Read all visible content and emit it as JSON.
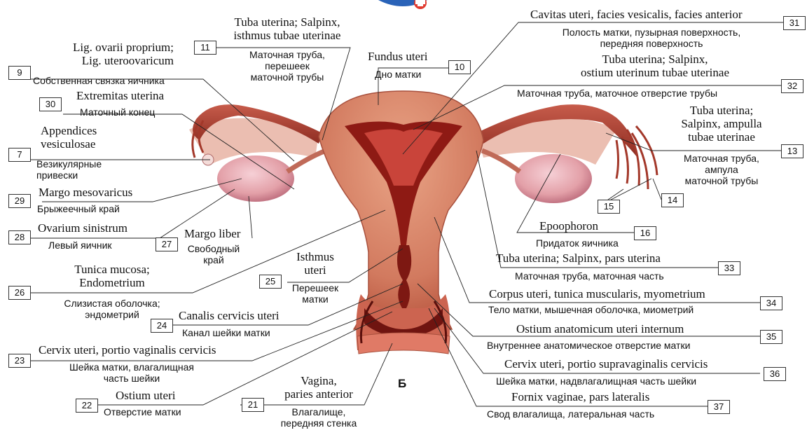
{
  "labels": [
    {
      "n": "9",
      "la": "Lig. ovarii proprium;\nLig. uteroovaricum",
      "ru": "Собственная связка яичника"
    },
    {
      "n": "30",
      "la": "Extremitas uterina",
      "ru": "Маточный конец"
    },
    {
      "n": "7",
      "la": "Appendices\nvesiculosae",
      "ru": "Везикулярные\nпривески"
    },
    {
      "n": "29",
      "la": "Margo mesovaricus",
      "ru": "Брыжеечный край"
    },
    {
      "n": "28",
      "la": "Ovarium sinistrum",
      "ru": "Левый яичник"
    },
    {
      "n": "27",
      "la": "Margo liber",
      "ru": "Свободный\nкрай"
    },
    {
      "n": "26",
      "la": "Tunica mucosa;\nEndometrium",
      "ru": "Слизистая оболочка;\nэндометрий"
    },
    {
      "n": "25",
      "la": "Isthmus\nuteri",
      "ru": "Перешеек\nматки"
    },
    {
      "n": "24",
      "la": "Canalis cervicis uteri",
      "ru": "Канал шейки матки"
    },
    {
      "n": "23",
      "la": "Cervix uteri, portio vaginalis cervicis",
      "ru": "Шейка матки, влагалищная\nчасть шейки"
    },
    {
      "n": "22",
      "la": "Ostium uteri",
      "ru": "Отверстие матки"
    },
    {
      "n": "21",
      "la": "Vagina,\nparies anterior",
      "ru": "Влагалище,\nпередняя стенка"
    },
    {
      "n": "11",
      "la": "Tuba uterina; Salpinx,\nisthmus tubae uterinae",
      "ru": "Маточная труба,\nперешеек\nматочной трубы"
    },
    {
      "n": "10",
      "la": "Fundus uteri",
      "ru": "Дно матки"
    },
    {
      "n": "31",
      "la": "Cavitas uteri, facies vesicalis, facies anterior",
      "ru": "Полость матки, пузырная поверхность,\nпередняя поверхность"
    },
    {
      "n": "32",
      "la": "Tuba uterina; Salpinx,\nostium uterinum tubae uterinae",
      "ru": "Маточная труба, маточное отверстие трубы"
    },
    {
      "n": "13",
      "la": "Tuba uterina;\nSalpinx, ampulla\ntubae uterinae",
      "ru": "Маточная труба,\nампула\nматочной трубы"
    },
    {
      "n": "15",
      "la": "",
      "ru": ""
    },
    {
      "n": "14",
      "la": "",
      "ru": ""
    },
    {
      "n": "16",
      "la": "Epoophoron",
      "ru": "Придаток яичника"
    },
    {
      "n": "33",
      "la": "Tuba uterina; Salpinx, pars uterina",
      "ru": "Маточная труба, маточная часть"
    },
    {
      "n": "34",
      "la": "Corpus uteri, tunica muscularis, myometrium",
      "ru": "Тело матки, мышечная оболочка, миометрий"
    },
    {
      "n": "35",
      "la": "Ostium anatomicum uteri internum",
      "ru": "Внутреннее анатомическое отверстие матки"
    },
    {
      "n": "36",
      "la": "Cervix uteri, portio supravaginalis cervicis",
      "ru": "Шейка матки, надвлагалищная часть шейки"
    },
    {
      "n": "37",
      "la": "Fornix vaginae, pars lateralis",
      "ru": "Свод влагалища, латеральная часть"
    }
  ],
  "figure_letter": "Б",
  "colors": {
    "tissue": "#d9826a",
    "tissue_dark": "#a83a2c",
    "cavity": "#8e1a14",
    "ovary": "#e6a2a8",
    "line": "#222222"
  }
}
